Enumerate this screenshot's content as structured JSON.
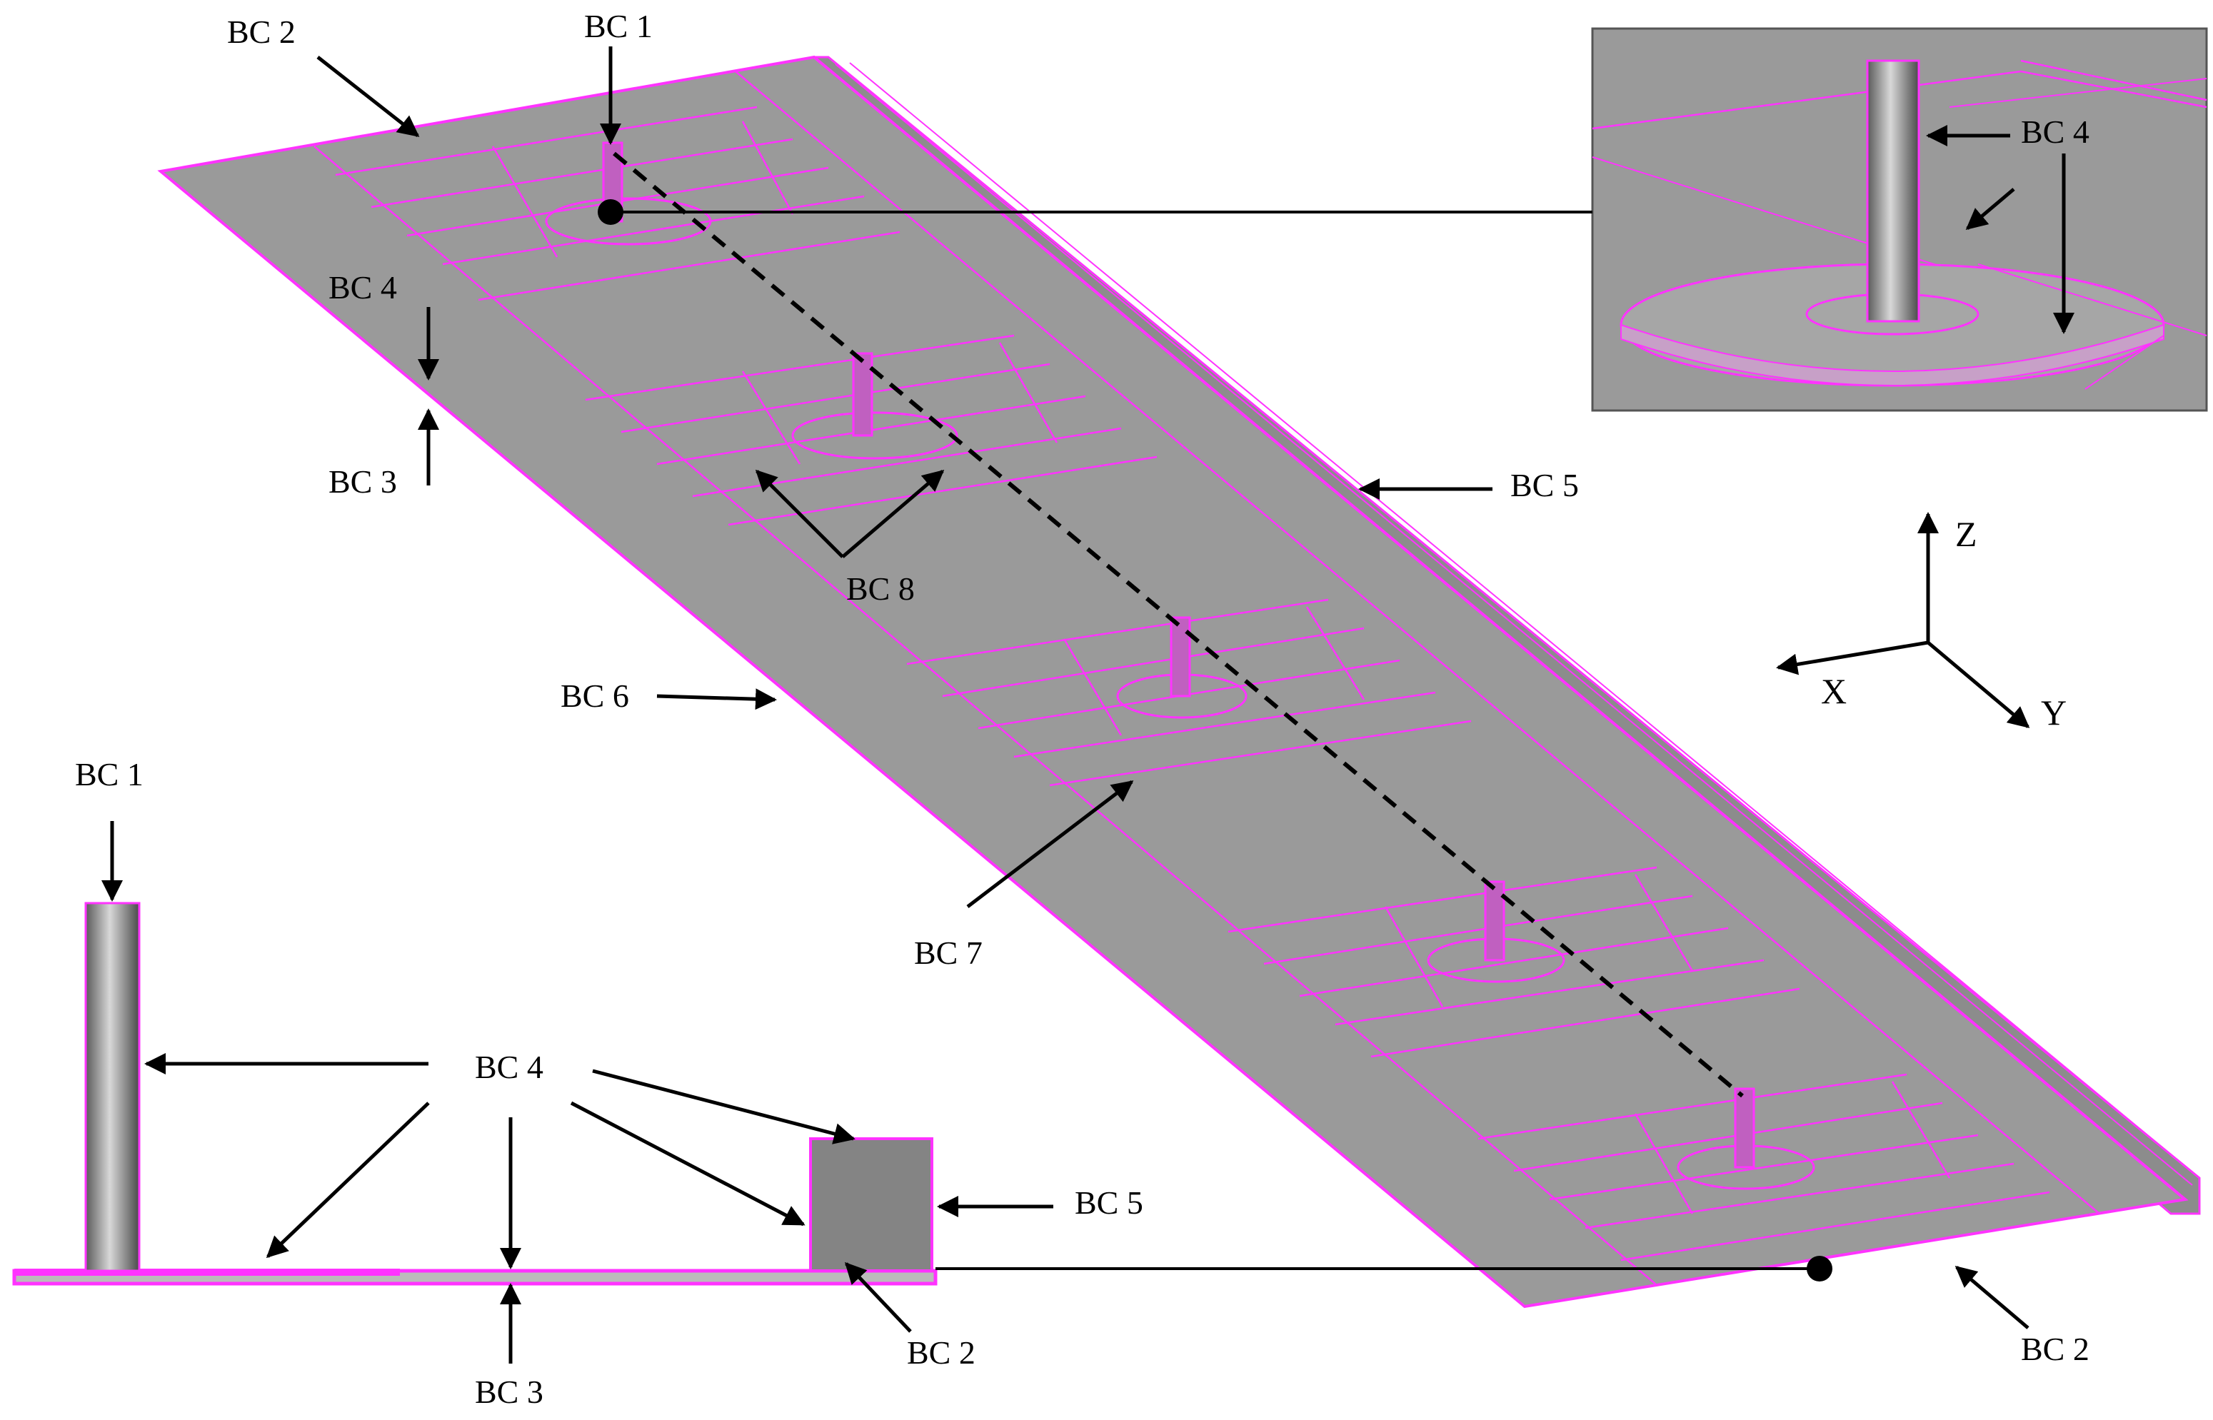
{
  "colors": {
    "surface": "#9a9a9a",
    "mesh": "#ff33ff",
    "annotation": "#000000",
    "background": "#ffffff"
  },
  "labels": {
    "bc2_top": "BC 2",
    "bc1_top": "BC 1",
    "bc4_left": "BC 4",
    "bc3_left": "BC 3",
    "bc5_right": "BC 5",
    "bc8": "BC 8",
    "bc6": "BC 6",
    "bc7": "BC 7",
    "bc2_bottom_right": "BC 2",
    "inset_bc4": "BC 4",
    "side_bc1": "BC 1",
    "side_bc4": "BC 4",
    "side_bc5": "BC 5",
    "side_bc2": "BC 2",
    "side_bc3": "BC 3"
  },
  "axes": {
    "z": "Z",
    "x": "X",
    "y": "Y"
  },
  "icons": {
    "coordinate_triad": "xyz-axes-icon",
    "callout_marker": "filled-dot-icon"
  }
}
